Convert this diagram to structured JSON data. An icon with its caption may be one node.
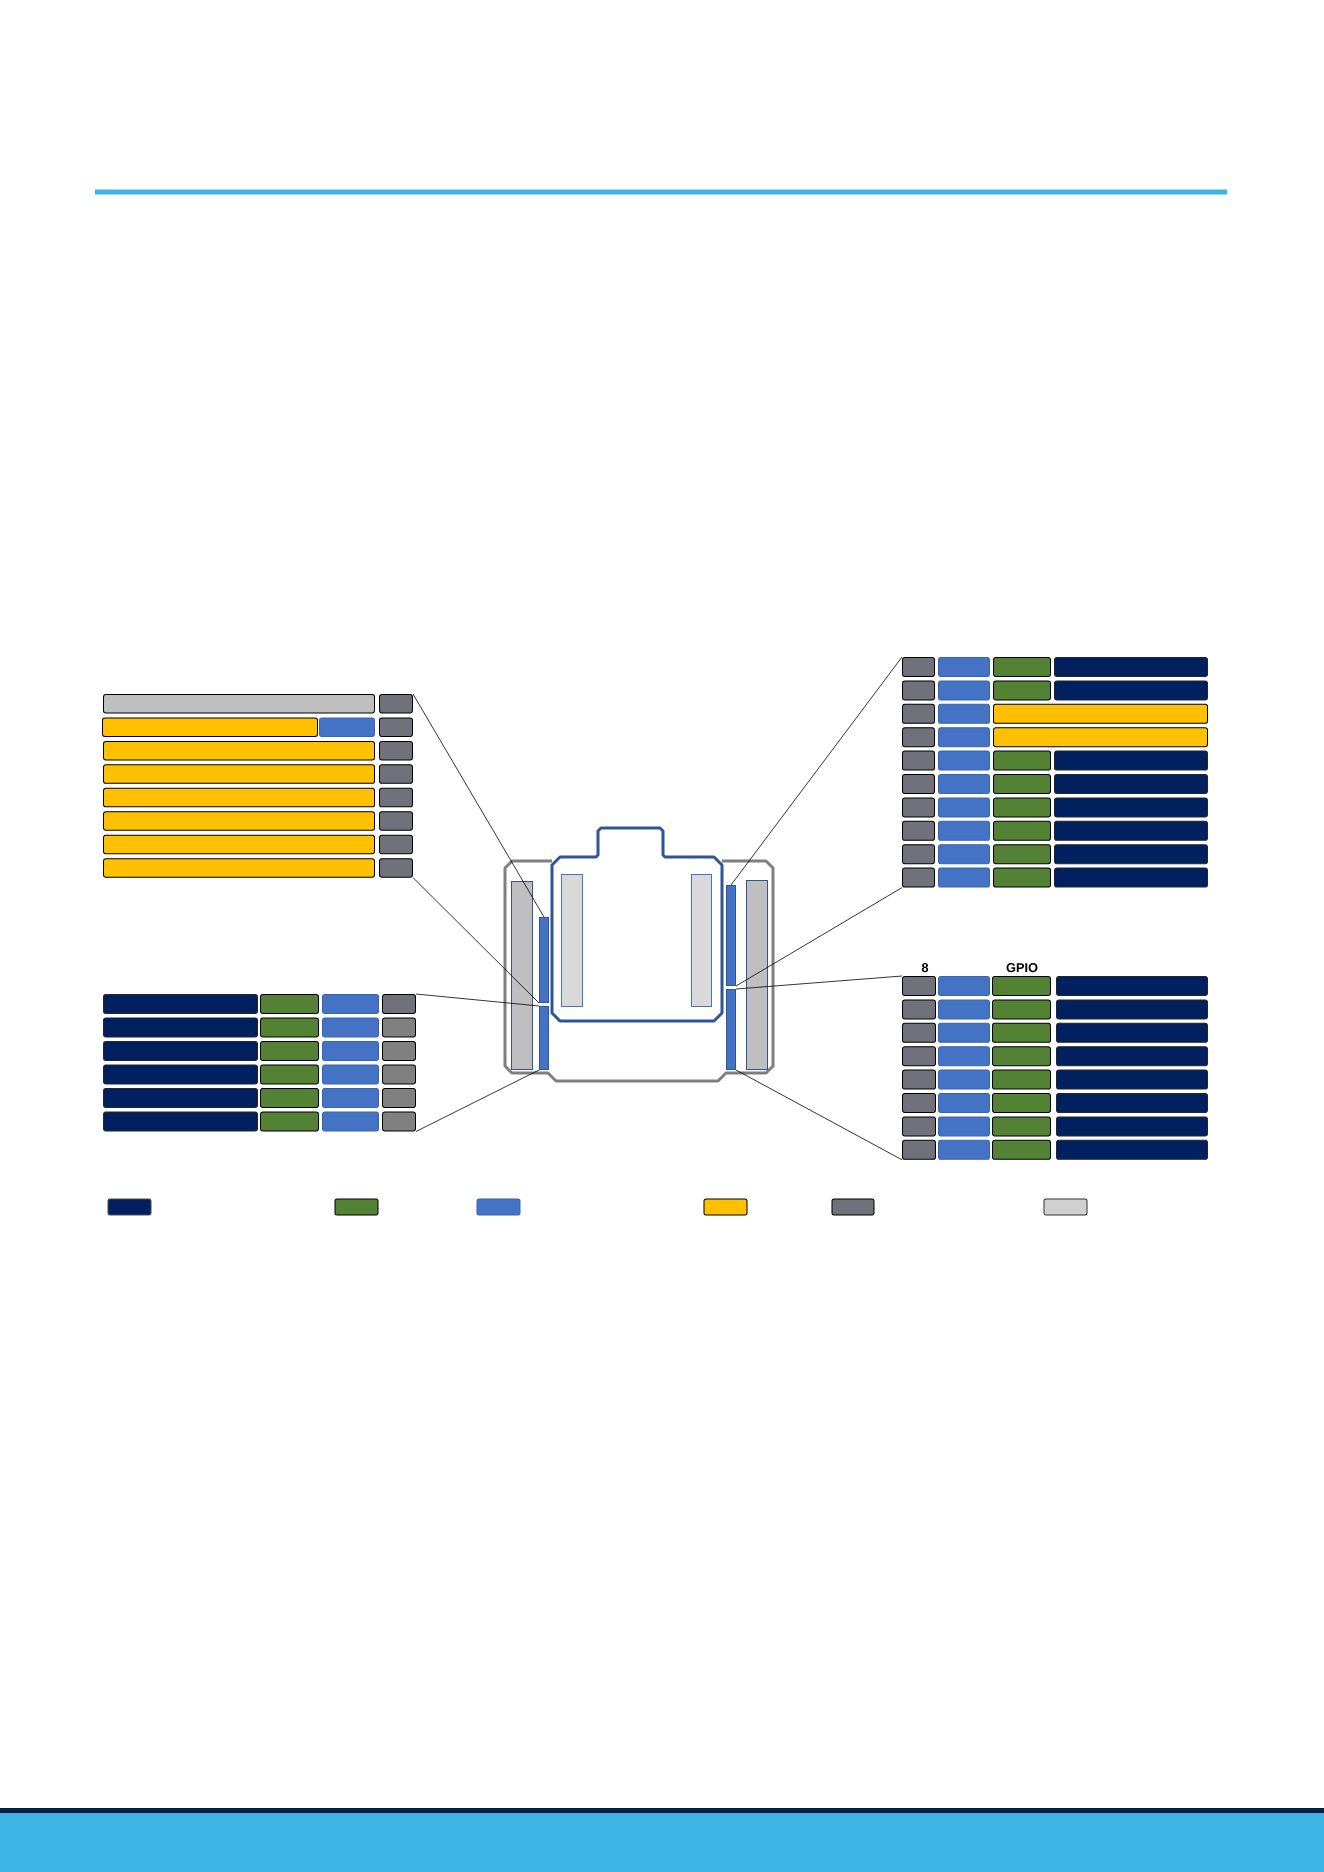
{
  "diagram": {
    "nodes": [
      {
        "text": [],
        "shape": "box"
      },
      {
        "text": [],
        "shape": "box"
      },
      {
        "text": [],
        "shape": "box"
      },
      {
        "text": [],
        "shape": "box"
      },
      {
        "text": [],
        "shape": "box"
      },
      {
        "text": [],
        "shape": "box"
      },
      {
        "text": [],
        "shape": "box"
      },
      {
        "text": [],
        "shape": "box"
      },
      {
        "text": [],
        "shape": "box"
      },
      {
        "text": [],
        "shape": "box"
      },
      {
        "text": [],
        "shape": "box"
      },
      {
        "text": [],
        "shape": "box"
      },
      {
        "text": [],
        "shape": "box"
      },
      {
        "text": [],
        "shape": "box"
      },
      {
        "text": [],
        "shape": "box"
      },
      {
        "text": [],
        "shape": "box"
      },
      {
        "text": [],
        "shape": "box"
      },
      {
        "text": [],
        "shape": "box"
      },
      {
        "text": [],
        "shape": "box"
      },
      {
        "text": [],
        "shape": "box"
      },
      {
        "text": [],
        "shape": "box"
      },
      {
        "text": [],
        "shape": "box"
      },
      {
        "text": [],
        "shape": "box"
      },
      {
        "text": [],
        "shape": "box"
      },
      {
        "text": [],
        "shape": "box"
      },
      {
        "text": [],
        "shape": "box"
      },
      {
        "text": [],
        "shape": "box"
      },
      {
        "text": [],
        "shape": "box"
      },
      {
        "text": [],
        "shape": "box"
      },
      {
        "text": [],
        "shape": "box"
      },
      {
        "text": [],
        "shape": "box"
      },
      {
        "text": [],
        "shape": "box"
      },
      {
        "text": [],
        "shape": "box"
      },
      {
        "text": [],
        "shape": "box"
      },
      {
        "text": [],
        "shape": "box"
      },
      {
        "text": [],
        "shape": "box"
      },
      {
        "text": [],
        "shape": "box"
      },
      {
        "text": [],
        "shape": "box"
      },
      {
        "text": [],
        "shape": "box"
      },
      {
        "text": [],
        "shape": "box"
      },
      {
        "text": [],
        "shape": "box"
      },
      {
        "text": [],
        "shape": "box"
      },
      {
        "text": [],
        "shape": "box"
      },
      {
        "text": [],
        "shape": "box"
      },
      {
        "text": [],
        "shape": "box"
      },
      {
        "text": [],
        "shape": "box"
      },
      {
        "text": [],
        "shape": "box"
      },
      {
        "text": [],
        "shape": "box"
      },
      {
        "text": [],
        "shape": "box"
      },
      {
        "text": [],
        "shape": "box"
      },
      {
        "text": [],
        "shape": "box"
      },
      {
        "text": [],
        "shape": "box"
      },
      {
        "text": [],
        "shape": "box"
      },
      {
        "text": [],
        "shape": "box"
      },
      {
        "text": [],
        "shape": "box"
      },
      {
        "text": [],
        "shape": "box"
      },
      {
        "text": [],
        "shape": "box"
      },
      {
        "text": [],
        "shape": "bar",
        "in": 55
      },
      {
        "text": [],
        "shape": "bar",
        "in": 55
      },
      {
        "text": [],
        "shape": "bar",
        "in": 55
      },
      {
        "text": [],
        "shape": "bar",
        "in": 56
      },
      {
        "text": [],
        "shape": "bar",
        "in": 56
      },
      {
        "text": [],
        "shape": "bar",
        "in": 55
      },
      {
        "text": [],
        "shape": "bar",
        "in": 55
      },
      {
        "text": [],
        "shape": "bar",
        "in": 55
      },
      {
        "text": [],
        "shape": "box"
      },
      {
        "text": [],
        "shape": "box"
      },
      {
        "text": [],
        "shape": "box"
      },
      {
        "text": [],
        "shape": "box"
      },
      {
        "text": [],
        "shape": "box"
      },
      {
        "text": [],
        "shape": "box"
      },
      {
        "text": [],
        "shape": "box"
      },
      {
        "text": [],
        "shape": "box"
      },
      {
        "text": [],
        "shape": "box"
      },
      {
        "text": [],
        "shape": "box"
      },
      {
        "text": [],
        "shape": "box"
      },
      {
        "text": [],
        "shape": "box"
      },
      {
        "text": [],
        "shape": "box"
      },
      {
        "text": [],
        "shape": "box"
      },
      {
        "text": [],
        "shape": "box"
      },
      {
        "text": [],
        "shape": "box"
      },
      {
        "text": [],
        "shape": "box"
      },
      {
        "text": [],
        "shape": "box"
      },
      {
        "text": [],
        "shape": "box"
      },
      {
        "text": [],
        "shape": "box"
      },
      {
        "text": [],
        "shape": "box"
      },
      {
        "text": [],
        "shape": "box"
      },
      {
        "text": [],
        "shape": "box"
      },
      {
        "text": [],
        "shape": "box"
      },
      {
        "text": [],
        "shape": "box"
      },
      {
        "text": [],
        "shape": "box"
      },
      {
        "text": [],
        "shape": "box"
      },
      {
        "text": [],
        "shape": "box"
      },
      {
        "text": [],
        "shape": "box"
      },
      {
        "text": [],
        "shape": "box"
      },
      {
        "text": [],
        "shape": "box"
      },
      {
        "text": [],
        "shape": "box"
      },
      {
        "text": [],
        "shape": "box"
      },
      {
        "text": [],
        "shape": "box"
      },
      {
        "text": [],
        "shape": "box"
      },
      {
        "text": [],
        "shape": "box"
      },
      {
        "text": [],
        "shape": "box"
      },
      {
        "text": [],
        "shape": "box"
      },
      {
        "text": [],
        "shape": "box"
      },
      {
        "text": [],
        "shape": "box"
      },
      {
        "text": [],
        "shape": "box"
      },
      {
        "text": [],
        "shape": "box"
      },
      {
        "text": [],
        "shape": "box"
      },
      {
        "text": [],
        "shape": "box"
      },
      {
        "text": [],
        "shape": "box"
      },
      {
        "text": [],
        "shape": "box"
      },
      {
        "text": [],
        "shape": "box"
      },
      {
        "text": [],
        "shape": "box"
      },
      {
        "text": [],
        "shape": "box"
      },
      {
        "text": [],
        "shape": "box"
      },
      {
        "text": [],
        "shape": "box"
      },
      {
        "text": [],
        "shape": "box"
      },
      {
        "text": [],
        "shape": "box"
      },
      {
        "text": [],
        "shape": "box"
      },
      {
        "text": [],
        "shape": "box"
      },
      {
        "text": [],
        "shape": "box"
      }
    ],
    "edges": [
      {
        "from": 1,
        "to": 58,
        "arrow": "none"
      },
      {
        "from": 16,
        "to": 58,
        "arrow": "none"
      },
      {
        "from": 17,
        "to": 62,
        "arrow": "none"
      },
      {
        "from": 51,
        "to": 62,
        "arrow": "none"
      },
      {
        "from": 68,
        "to": 59,
        "arrow": "none"
      },
      {
        "from": 88,
        "to": 59,
        "arrow": "none"
      },
      {
        "from": 89,
        "to": 63,
        "arrow": "none"
      },
      {
        "from": 117,
        "to": 63,
        "arrow": "none"
      }
    ],
    "labels": [
      "8",
      "GPIO"
    ]
  }
}
